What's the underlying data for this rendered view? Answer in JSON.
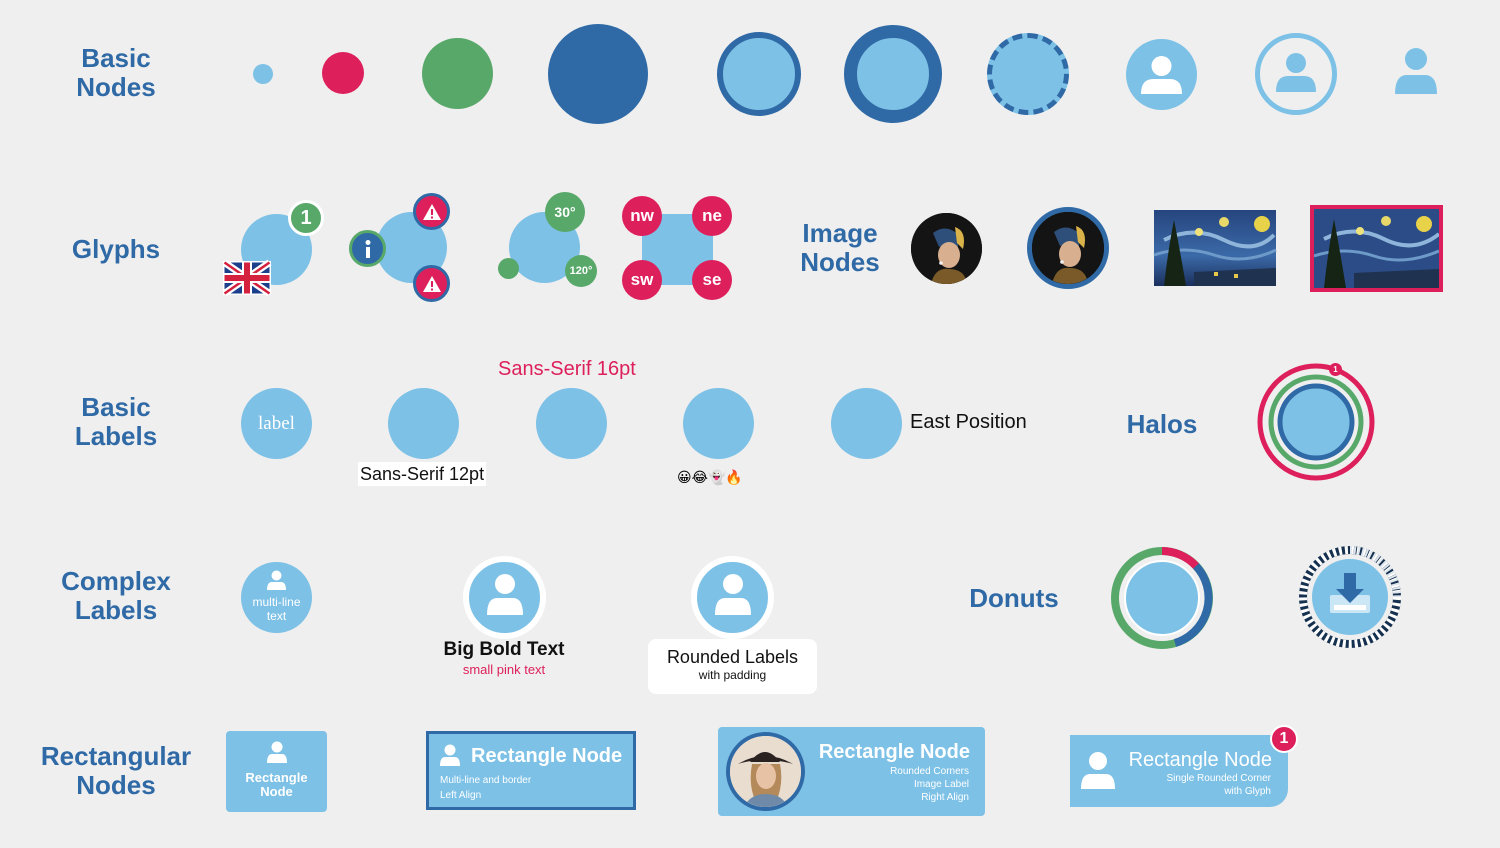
{
  "colors": {
    "background": "#efefef",
    "title": "#2f6aa6",
    "light_blue": "#7dc1e6",
    "dark_blue": "#2f6aa6",
    "red": "#dd1f5b",
    "green": "#58a86a"
  },
  "sections": {
    "basic_nodes": "Basic\nNodes",
    "glyphs": "Glyphs",
    "image_nodes": "Image\nNodes",
    "basic_labels": "Basic\nLabels",
    "halos": "Halos",
    "complex_labels": "Complex\nLabels",
    "donuts": "Donuts",
    "rectangular_nodes": "Rectangular\nNodes"
  },
  "glyphs": {
    "count_badge": "1",
    "angle_30": "30°",
    "angle_120": "120°",
    "nw": "nw",
    "ne": "ne",
    "sw": "sw",
    "se": "se"
  },
  "labels": {
    "label": "label",
    "sans_12": "Sans-Serif 12pt",
    "sans_16": "Sans-Serif 16pt",
    "emoji": "😀😂👻🔥",
    "east": "East Position"
  },
  "halos": {
    "badge": "1"
  },
  "complex": {
    "multiline_1": "multi-line",
    "multiline_2": "text",
    "big_bold": "Big Bold Text",
    "small_pink": "small pink text",
    "rounded_title": "Rounded Labels",
    "rounded_sub": "with padding"
  },
  "rect_nodes": {
    "node1_line1": "Rectangle",
    "node1_line2": "Node",
    "node2_title": "Rectangle Node",
    "node2_sub1": "Multi-line and border",
    "node2_sub2": "Left Align",
    "node3_title": "Rectangle Node",
    "node3_sub1": "Rounded Corners",
    "node3_sub2": "Image Label",
    "node3_sub3": "Right Align",
    "node4_title": "Rectangle Node",
    "node4_sub1": "Single Rounded Corner",
    "node4_sub2": "with Glyph",
    "node4_badge": "1"
  }
}
